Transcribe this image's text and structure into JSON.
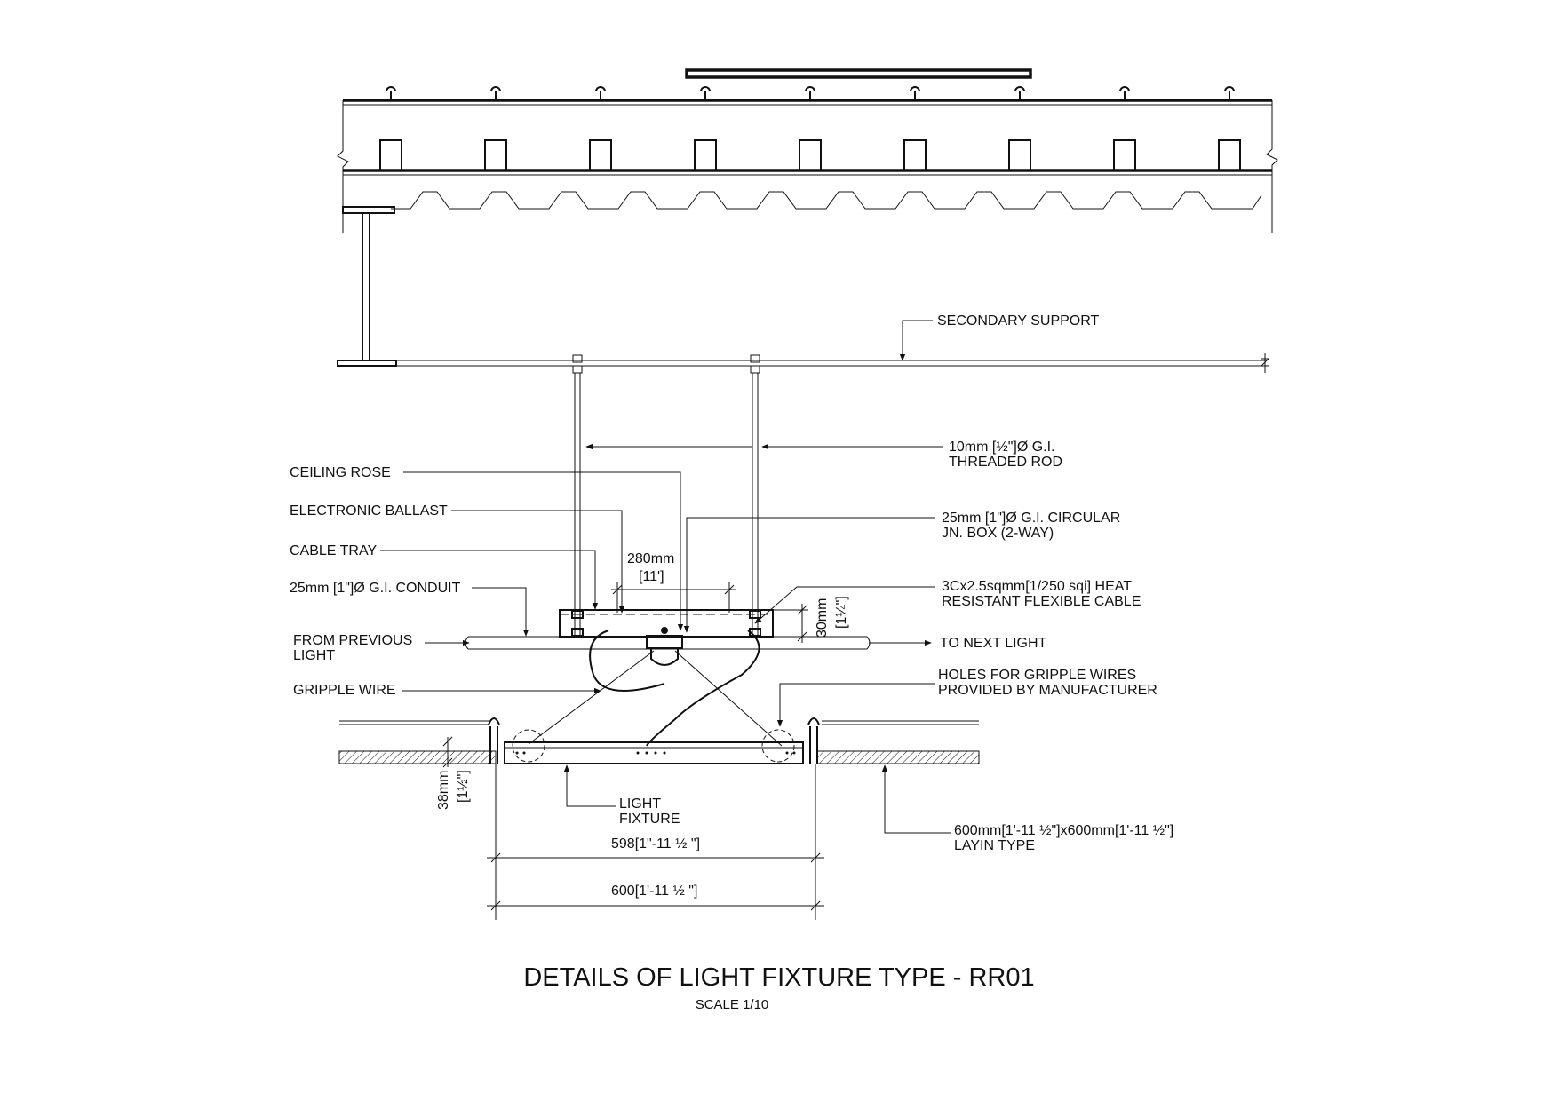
{
  "labels": {
    "secondary_support": "SECONDARY SUPPORT",
    "threaded_rod_1": "10mm [½\"]Ø G.I.",
    "threaded_rod_2": "THREADED ROD",
    "ceiling_rose": "CEILING ROSE",
    "electronic_ballast": "ELECTRONIC BALLAST",
    "cable_tray": "CABLE TRAY",
    "conduit": "25mm [1\"]Ø G.I. CONDUIT",
    "jn_box_1": "25mm [1\"]Ø G.I. CIRCULAR",
    "jn_box_2": "JN. BOX (2-WAY)",
    "cable_1": "3Cx2.5sqmm[1/250 sqi] HEAT",
    "cable_2": "RESISTANT FLEXIBLE CABLE",
    "from_prev_1": "FROM PREVIOUS",
    "from_prev_2": "LIGHT",
    "to_next": "TO NEXT LIGHT",
    "gripple_wire": "GRIPPLE WIRE",
    "holes_1": "HOLES FOR GRIPPLE WIRES",
    "holes_2": "PROVIDED BY MANUFACTURER",
    "light_fixture_1": "LIGHT",
    "light_fixture_2": "FIXTURE",
    "layin_1": "600mm[1'-11 ½\"]x600mm[1'-11 ½\"]",
    "layin_2": "LAYIN TYPE"
  },
  "dimensions": {
    "tray_width": "280mm",
    "tray_width_imperial": "[11']",
    "tray_height": "30mm",
    "tray_height_imperial": "[1¼\"]",
    "tile_depth": "38mm",
    "tile_depth_imperial": "[1½\"]",
    "fixture_width": "598[1\"-11 ½ \"]",
    "module_width": "600[1'-11 ½ \"]"
  },
  "title": "DETAILS OF LIGHT FIXTURE TYPE - RR01",
  "scale": "SCALE 1/10"
}
